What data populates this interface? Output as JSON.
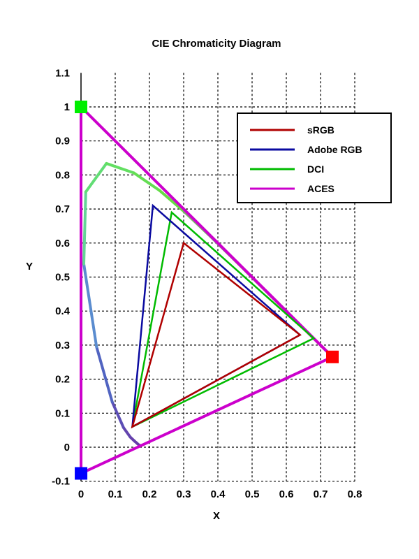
{
  "chart_data": {
    "type": "line",
    "title": "CIE Chromaticity Diagram",
    "xlabel": "X",
    "ylabel": "Y",
    "xlim": [
      0,
      0.8
    ],
    "ylim": [
      -0.1,
      1.1
    ],
    "x_ticks": [
      "0",
      "0.1",
      "0.2",
      "0.3",
      "0.4",
      "0.5",
      "0.6",
      "0.7",
      "0.8"
    ],
    "y_ticks": [
      "-0.1",
      "0",
      "0.1",
      "0.2",
      "0.3",
      "0.4",
      "0.5",
      "0.6",
      "0.7",
      "0.8",
      "0.9",
      "1",
      "1.1"
    ],
    "grid": true,
    "legend_position": "top-right",
    "spectral_locus": {
      "points": [
        [
          0.1741,
          0.005
        ],
        [
          0.1738,
          0.0049
        ],
        [
          0.1736,
          0.0049
        ],
        [
          0.173,
          0.0048
        ],
        [
          0.1726,
          0.0048
        ],
        [
          0.1714,
          0.0051
        ],
        [
          0.1689,
          0.0069
        ],
        [
          0.1644,
          0.0109
        ],
        [
          0.1566,
          0.0177
        ],
        [
          0.144,
          0.0297
        ],
        [
          0.1241,
          0.0578
        ],
        [
          0.0913,
          0.1327
        ],
        [
          0.0454,
          0.295
        ],
        [
          0.0082,
          0.5384
        ],
        [
          0.0139,
          0.7502
        ],
        [
          0.0743,
          0.8338
        ],
        [
          0.1547,
          0.8059
        ],
        [
          0.2296,
          0.7543
        ],
        [
          0.3016,
          0.6923
        ],
        [
          0.3731,
          0.6245
        ],
        [
          0.4441,
          0.5547
        ],
        [
          0.5125,
          0.4866
        ],
        [
          0.5752,
          0.4242
        ],
        [
          0.627,
          0.3725
        ],
        [
          0.6658,
          0.334
        ],
        [
          0.6915,
          0.3083
        ],
        [
          0.7079,
          0.292
        ],
        [
          0.719,
          0.2809
        ],
        [
          0.7347,
          0.2653
        ]
      ],
      "colors": [
        "#6a3aa8",
        "#5060c0",
        "#5a8ad0",
        "#64d39a",
        "#62e06a",
        "#66dd44",
        "#888888",
        "#aa6a6a",
        "#ee4040"
      ]
    },
    "series": [
      {
        "name": "sRGB",
        "color": "#b00000",
        "points": [
          [
            0.64,
            0.33
          ],
          [
            0.3,
            0.6
          ],
          [
            0.15,
            0.06
          ]
        ]
      },
      {
        "name": "Adobe RGB",
        "color": "#0a0aa0",
        "points": [
          [
            0.64,
            0.33
          ],
          [
            0.21,
            0.71
          ],
          [
            0.15,
            0.06
          ]
        ]
      },
      {
        "name": "DCI",
        "color": "#00bb00",
        "points": [
          [
            0.68,
            0.32
          ],
          [
            0.265,
            0.69
          ],
          [
            0.15,
            0.06
          ]
        ]
      },
      {
        "name": "ACES",
        "color": "#cc00cc",
        "points": [
          [
            0.7347,
            0.2653
          ],
          [
            0.0,
            1.0
          ],
          [
            0.0001,
            -0.077
          ]
        ]
      }
    ],
    "primary_markers": [
      {
        "point": [
          0.7347,
          0.2653
        ],
        "color": "#ff0000"
      },
      {
        "point": [
          0.0,
          1.0
        ],
        "color": "#00ee00"
      },
      {
        "point": [
          0.0001,
          -0.077
        ],
        "color": "#0000ff"
      }
    ]
  }
}
